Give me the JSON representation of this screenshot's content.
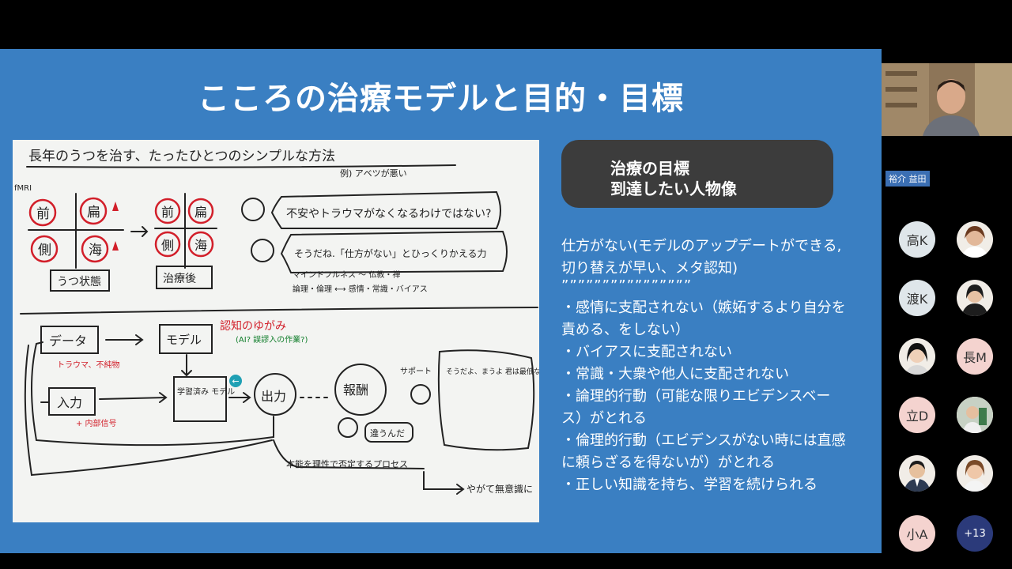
{
  "slide": {
    "title": "こころの治療モデルと目的・目標"
  },
  "whiteboard": {
    "heading": "長年のうつを治す、たったひとつのシンプルな方法",
    "fmri": "fMRI",
    "quad1": [
      "前",
      "扁",
      "側",
      "海"
    ],
    "quad2": [
      "前",
      "扁",
      "側",
      "海"
    ],
    "box_utsu": "うつ状態",
    "box_after": "治療後",
    "note_ex": "例) アベツが悪い",
    "bubble1": "不安やトラウマがなくなるわけではない?",
    "bubble2": "そうだね.「仕方がない」とひっくりかえる力",
    "mindful": "マインドフルネス 〜 仏教・禅",
    "ronri": "論理・倫理 ⟷ 感情・常識・バイアス",
    "data_box": "データ",
    "data_sub": "トラウマ、不純物",
    "model_box": "モデル",
    "ninchi": "認知のゆがみ",
    "ninchi_sub": "(AI? 誤謬入の作業?)",
    "input_box": "入力",
    "input_sub": "+ 内部信号",
    "learned_box": "学習済み モデル",
    "output_circle": "出力",
    "reward_circle": "報酬",
    "support": "サポート",
    "support_text": "そうだよ、まうよ 君は最低な人では ないよ。 仕方がなかったんだね",
    "chigau": "違うんだ",
    "honno": "本能を理性で否定するプロセス",
    "yagate": "やがて無意識に"
  },
  "goal": {
    "line1": "治療の目標",
    "line2": "到達したい人物像",
    "intro": "仕方がない(モデルのアップデートができる,切り替えが早い、メタ認知)",
    "quotes": "””””””””””””””””",
    "items": [
      "・感情に支配されない（嫉妬するより自分を責める、をしない）",
      "・バイアスに支配されない",
      "・常識・大衆や他人に支配されない",
      "・論理的行動（可能な限りエビデンスベース）がとれる",
      "・倫理的行動（エビデンスがない時には直感に頼らざるを得ないが）がとれる",
      "・正しい知識を持ち、学習を続けられる"
    ]
  },
  "participants": {
    "speaker_name": "裕介 益田",
    "tiles": [
      "高K",
      "渡K",
      "長M",
      "立D",
      "小A"
    ],
    "more": "+13"
  }
}
